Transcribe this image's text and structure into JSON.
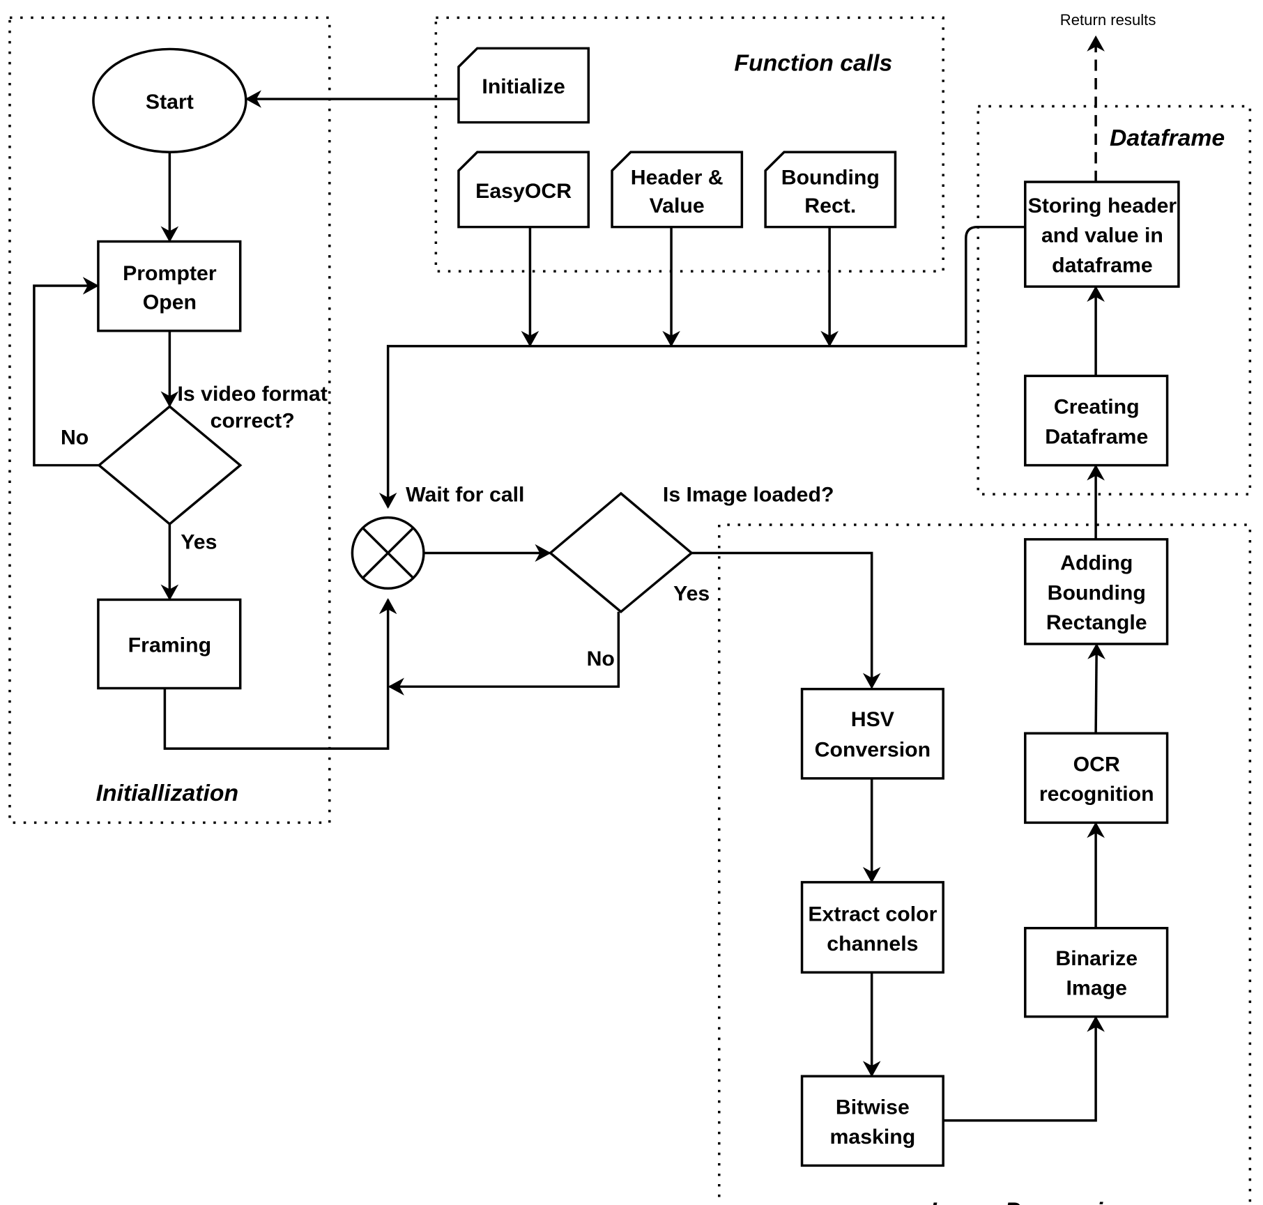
{
  "groups": {
    "initialization": "Initiallization",
    "function_calls": "Function calls",
    "dataframe": "Dataframe",
    "image_processing": "Image Processing"
  },
  "nodes": {
    "start": "Start",
    "prompter_open": [
      "Prompter",
      "Open"
    ],
    "video_decision": [
      "Is video format",
      "correct?"
    ],
    "framing": "Framing",
    "initialize": "Initialize",
    "easyocr": "EasyOCR",
    "header_value": [
      "Header &",
      "Value"
    ],
    "bounding_rect": [
      "Bounding",
      "Rect."
    ],
    "wait_for_call": "Wait for call",
    "image_decision": "Is Image loaded?",
    "hsv": [
      "HSV",
      "Conversion"
    ],
    "extract": [
      "Extract color",
      "channels"
    ],
    "bitwise": [
      "Bitwise",
      "masking"
    ],
    "binarize": [
      "Binarize",
      "Image"
    ],
    "ocr": [
      "OCR",
      "recognition"
    ],
    "adding_bounding": [
      "Adding",
      "Bounding",
      "Rectangle"
    ],
    "creating_dataframe": [
      "Creating",
      "Dataframe"
    ],
    "storing": [
      "Storing header",
      "and value in",
      "dataframe"
    ],
    "return_results": "Return results"
  },
  "edge_labels": {
    "video_no": "No",
    "video_yes": "Yes",
    "image_yes": "Yes",
    "image_no": "No"
  }
}
